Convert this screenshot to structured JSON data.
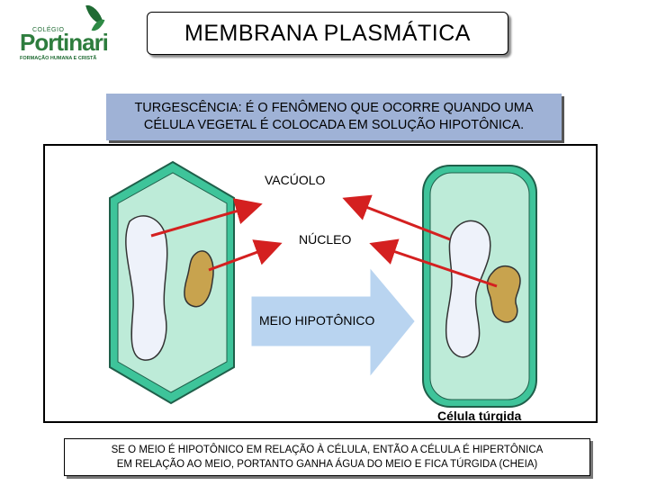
{
  "logo": {
    "small_text": "COLÉGIO",
    "name": "Portinari",
    "tagline": "FORMAÇÃO HUMANA E CRISTÃ"
  },
  "title": "MEMBRANA PLASMÁTICA",
  "intro": {
    "line1": "TURGESCÊNCIA: É O FENÔMENO QUE OCORRE QUANDO UMA",
    "line2": "CÉLULA VEGETAL É COLOCADA EM SOLUÇÃO HIPOTÔNICA."
  },
  "diagram": {
    "label_vacuole": "VACÚOLO",
    "label_nucleus": "NÚCLEO",
    "label_medium": "MEIO HIPOTÔNICO",
    "caption": "Célula túrgida"
  },
  "bottom": {
    "line1": "SE O  MEIO  É  HIPOTÔNICO  EM RELAÇÃO À CÉLULA, ENTÃO A CÉLULA É HIPERTÔNICA",
    "line2": "EM  RELAÇÃO  AO  MEIO,  PORTANTO  GANHA  ÁGUA DO MEIO E FICA TÚRGIDA (CHEIA)"
  },
  "colors": {
    "cell_wall": "#3ec49a",
    "cell_inner": "#bdebd8",
    "vacuole": "#eef2fa",
    "nucleus": "#c8a34e",
    "arrow": "#d42020",
    "intro_bg": "#9fb2d6"
  }
}
